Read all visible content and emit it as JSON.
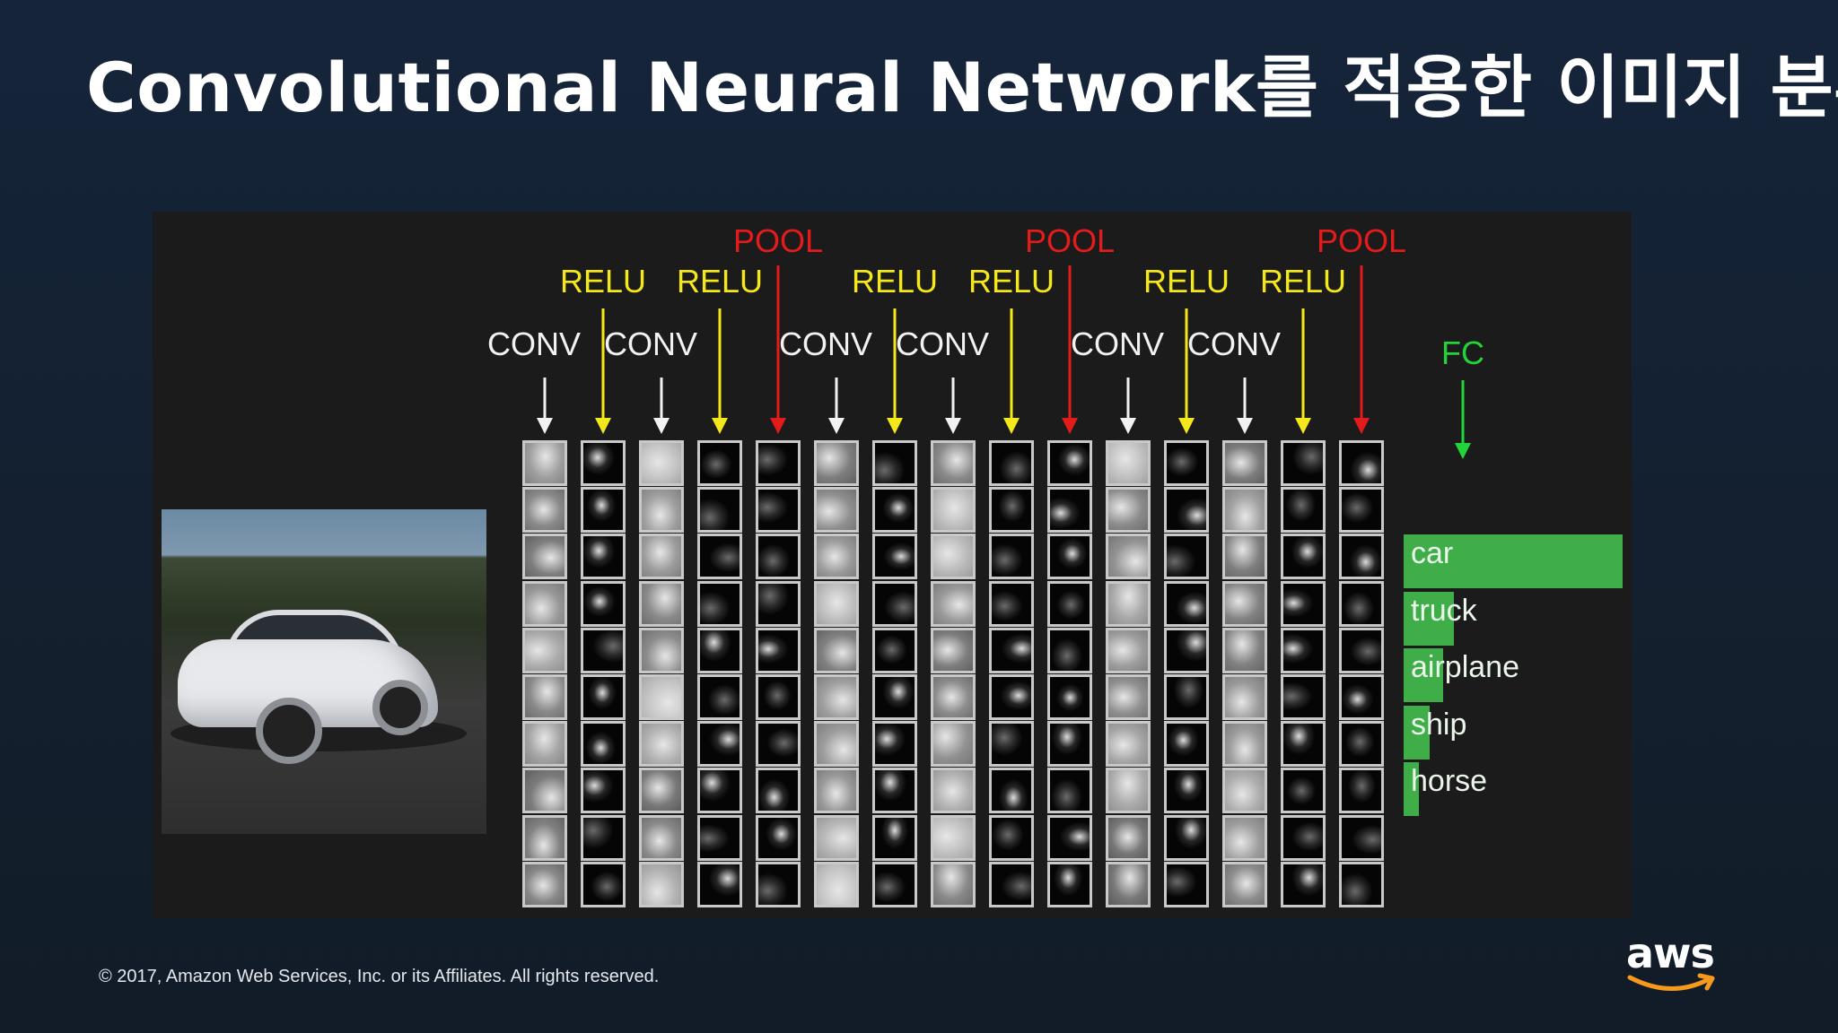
{
  "title": "Convolutional Neural Network를 적용한 이미지 분류",
  "footer": "© 2017, Amazon Web Services, Inc. or its Affiliates. All rights reserved.",
  "logo_text": "aws",
  "colors": {
    "conv": "#f2f2f2",
    "relu": "#f4e81a",
    "pool": "#e31b1b",
    "fc": "#22d33a",
    "bar": "#3fae49"
  },
  "image_alt": "car",
  "layers": [
    {
      "type": "CONV",
      "label": "CONV"
    },
    {
      "type": "RELU",
      "label": "RELU"
    },
    {
      "type": "CONV",
      "label": "CONV"
    },
    {
      "type": "RELU",
      "label": "RELU"
    },
    {
      "type": "POOL",
      "label": "POOL"
    },
    {
      "type": "CONV",
      "label": "CONV"
    },
    {
      "type": "RELU",
      "label": "RELU"
    },
    {
      "type": "CONV",
      "label": "CONV"
    },
    {
      "type": "RELU",
      "label": "RELU"
    },
    {
      "type": "POOL",
      "label": "POOL"
    },
    {
      "type": "CONV",
      "label": "CONV"
    },
    {
      "type": "RELU",
      "label": "RELU"
    },
    {
      "type": "CONV",
      "label": "CONV"
    },
    {
      "type": "RELU",
      "label": "RELU"
    },
    {
      "type": "POOL",
      "label": "POOL"
    }
  ],
  "fc_label": "FC",
  "chart_data": {
    "type": "bar",
    "categories": [
      "car",
      "truck",
      "airplane",
      "ship",
      "horse"
    ],
    "values": [
      1.0,
      0.23,
      0.18,
      0.12,
      0.07
    ]
  }
}
